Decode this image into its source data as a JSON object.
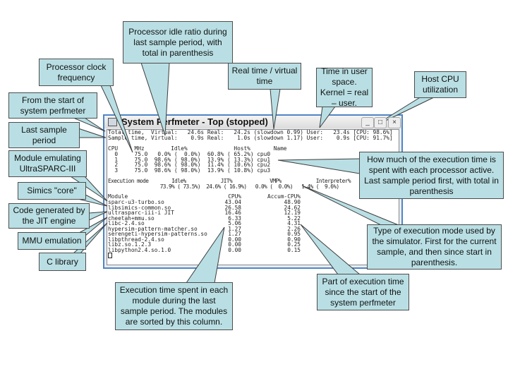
{
  "window": {
    "title": "System Perfmeter - Top (stopped)",
    "buttons": {
      "minimize": "_",
      "maximize": "□",
      "close": "×"
    },
    "header_lines": [
      "Total time,  Virtual:   24.6s Real:   24.2s (slowdown 0.99) User:   23.4s [CPU: 98.6%]",
      "Sample time, Virtual:    0.9s Real:    1.0s (slowdown 1.17) User:    0.9s [CPU: 91.7%]"
    ],
    "cpu_table": {
      "header": "CPU     MHz        Idle%              Host%       Name",
      "rows": [
        "  0     75.0   0.0% (  0.0%)  60.8% ( 65.2%) cpu0",
        "  1     75.0  98.6% ( 98.0%)  13.9% ( 13.3%) cpu1",
        "  2     75.0  98.6% ( 98.0%)  11.4% ( 10.6%) cpu2",
        "  3     75.0  98.6% ( 98.0%)  13.9% ( 10.8%) cpu3"
      ]
    },
    "exec_mode": {
      "header": "Execution mode        Idle%            JIT%             VMP%            Interpreter%",
      "values": "                  73.9% ( 73.5%)  24.6% ( 16.9%)   0.0% (  0.0%)   1.4% (  9.6%)"
    },
    "modules": {
      "columns": [
        "Module",
        "CPU%",
        "Accum-CPU%"
      ],
      "rows": [
        {
          "name": "sparc-u3-turbo.so",
          "cpu": "43.04",
          "accum": "48.90"
        },
        {
          "name": "libsimics-common.so",
          "cpu": "26.58",
          "accum": "24.62"
        },
        {
          "name": "ultrasparc-iii-i JIT",
          "cpu": "16.46",
          "accum": "12.19"
        },
        {
          "name": "cheetah+mmu.so",
          "cpu": "6.33",
          "accum": "5.22"
        },
        {
          "name": "libc-2.4.so",
          "cpu": "5.06",
          "accum": "4.31"
        },
        {
          "name": "hypersim-pattern-matcher.so",
          "cpu": "1.27",
          "accum": "2.26"
        },
        {
          "name": "serengeti-hypersim-patterns.so",
          "cpu": "1.27",
          "accum": "0.95"
        },
        {
          "name": "libpthread-2.4.so",
          "cpu": "0.00",
          "accum": "0.90"
        },
        {
          "name": "libz.so.1.2.3",
          "cpu": "0.00",
          "accum": "0.25"
        },
        {
          "name": "libpython2.4.so.1.0",
          "cpu": "0.00",
          "accum": "0.15"
        }
      ]
    }
  },
  "callouts": {
    "idle_ratio": "Processor idle ratio during last sample period, with total in parenthesis",
    "clock": "Processor clock frequency",
    "from_start": "From the start of system perfmeter",
    "last_sample": "Last sample period",
    "real_virtual": "Real time / virtual time",
    "user_time": "Time in user space. Kernel = real – user.",
    "host_cpu": "Host CPU utilization",
    "processor_active": "How much of the execution time is spent with each processor active. Last sample period first, with total in parenthesis",
    "module_ultrasparc": "Module emulating UltraSPARC-III",
    "simics_core": "Simics \"core\"",
    "jit_code": "Code generated by the JIT engine",
    "mmu": "MMU emulation",
    "c_library": "C library",
    "exec_mode_type": "Type of execution mode used by the simulator. First for the current sample, and then since start in parenthesis.",
    "module_exec_time": "Execution time spent in each module during the last sample period. The modules are sorted by this column.",
    "accum_time": "Part of execution time since the start of the system perfmeter"
  },
  "colors": {
    "callout_fill": "#b9dfe4",
    "window_frame": "#4f86c6"
  }
}
